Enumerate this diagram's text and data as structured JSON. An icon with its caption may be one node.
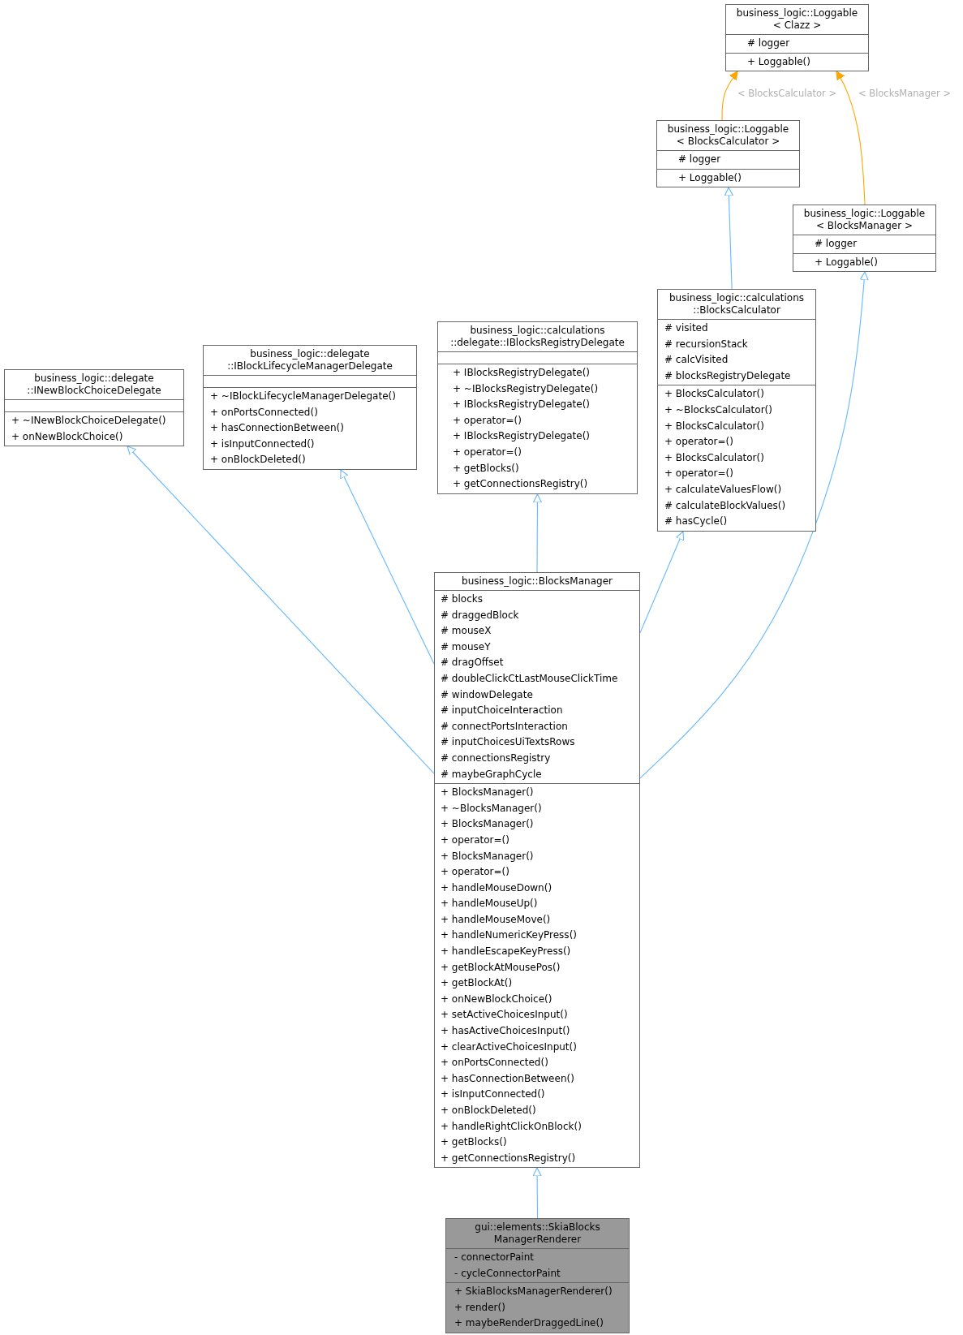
{
  "diagram": {
    "nodes": [
      {
        "text": [
          "business_logic::Loggable < Clazz >",
          "# logger",
          "+ Loggable()"
        ]
      },
      {
        "text": [
          "business_logic::Loggable < BlocksCalculator >",
          "# logger",
          "+ Loggable()"
        ]
      },
      {
        "text": [
          "business_logic::Loggable < BlocksManager >",
          "# logger",
          "+ Loggable()"
        ]
      },
      {
        "text": [
          "business_logic::calculations ::BlocksCalculator",
          "# visited",
          "# recursionStack",
          "# calcVisited",
          "# blocksRegistryDelegate",
          "+ BlocksCalculator()",
          "+ ~BlocksCalculator()",
          "+ BlocksCalculator()",
          "+ operator=()",
          "+ BlocksCalculator()",
          "+ operator=()",
          "+ calculateValuesFlow()",
          "# calculateBlockValues()",
          "# hasCycle()"
        ]
      },
      {
        "text": [
          "business_logic::delegate ::INewBlockChoiceDelegate",
          "+ ~INewBlockChoiceDelegate()",
          "+ onNewBlockChoice()"
        ]
      },
      {
        "text": [
          "business_logic::delegate ::IBlockLifecycleManagerDelegate",
          "+ ~IBlockLifecycleManagerDelegate()",
          "+ onPortsConnected()",
          "+ hasConnectionBetween()",
          "+ isInputConnected()",
          "+ onBlockDeleted()"
        ]
      },
      {
        "text": [
          "business_logic::calculations ::delegate::IBlocksRegistryDelegate",
          "+ IBlocksRegistryDelegate()",
          "+ ~IBlocksRegistryDelegate()",
          "+ IBlocksRegistryDelegate()",
          "+ operator=()",
          "+ IBlocksRegistryDelegate()",
          "+ operator=()",
          "+ getBlocks()",
          "+ getConnectionsRegistry()"
        ]
      },
      {
        "text": [
          "business_logic::BlocksManager",
          "# blocks",
          "# draggedBlock",
          "# mouseX",
          "# mouseY",
          "# dragOffset",
          "# doubleClickCtLastMouseClickTime",
          "# windowDelegate",
          "# inputChoiceInteraction",
          "# connectPortsInteraction",
          "# inputChoicesUiTextsRows",
          "# connectionsRegistry",
          "# maybeGraphCycle",
          "+ BlocksManager()",
          "+ ~BlocksManager()",
          "+ BlocksManager()",
          "+ operator=()",
          "+ BlocksManager()",
          "+ operator=()",
          "+ handleMouseDown()",
          "+ handleMouseUp()",
          "+ handleMouseMove()",
          "+ handleNumericKeyPress()",
          "+ handleEscapeKeyPress()",
          "+ getBlockAtMousePos()",
          "+ getBlockAt()",
          "+ onNewBlockChoice()",
          "+ setActiveChoicesInput()",
          "+ hasActiveChoicesInput()",
          "+ clearActiveChoicesInput()",
          "+ onPortsConnected()",
          "+ hasConnectionBetween()",
          "+ isInputConnected()",
          "+ onBlockDeleted()",
          "+ handleRightClickOnBlock()",
          "+ getBlocks()",
          "+ getConnectionsRegistry()"
        ]
      },
      {
        "text": [
          "gui::elements::SkiaBlocks ManagerRenderer",
          "- connectorPaint",
          "- cycleConnectorPaint",
          "+ SkiaBlocksManagerRenderer()",
          "+ render()",
          "+ maybeRenderDraggedLine()"
        ]
      }
    ],
    "edges": [
      {
        "from": 1,
        "to": 0,
        "arrow": "to",
        "label": "< BlocksCalculator >",
        "color": "#ffa500"
      },
      {
        "from": 2,
        "to": 0,
        "arrow": "to",
        "label": "< BlocksManager >",
        "color": "#ffa500"
      },
      {
        "from": 3,
        "to": 1,
        "arrow": "to"
      },
      {
        "from": 7,
        "to": 4,
        "arrow": "to"
      },
      {
        "from": 7,
        "to": 5,
        "arrow": "to"
      },
      {
        "from": 7,
        "to": 6,
        "arrow": "to"
      },
      {
        "from": 7,
        "to": 3,
        "arrow": "to"
      },
      {
        "from": 7,
        "to": 2,
        "arrow": "to"
      },
      {
        "from": 8,
        "to": 7,
        "arrow": "to"
      }
    ]
  }
}
